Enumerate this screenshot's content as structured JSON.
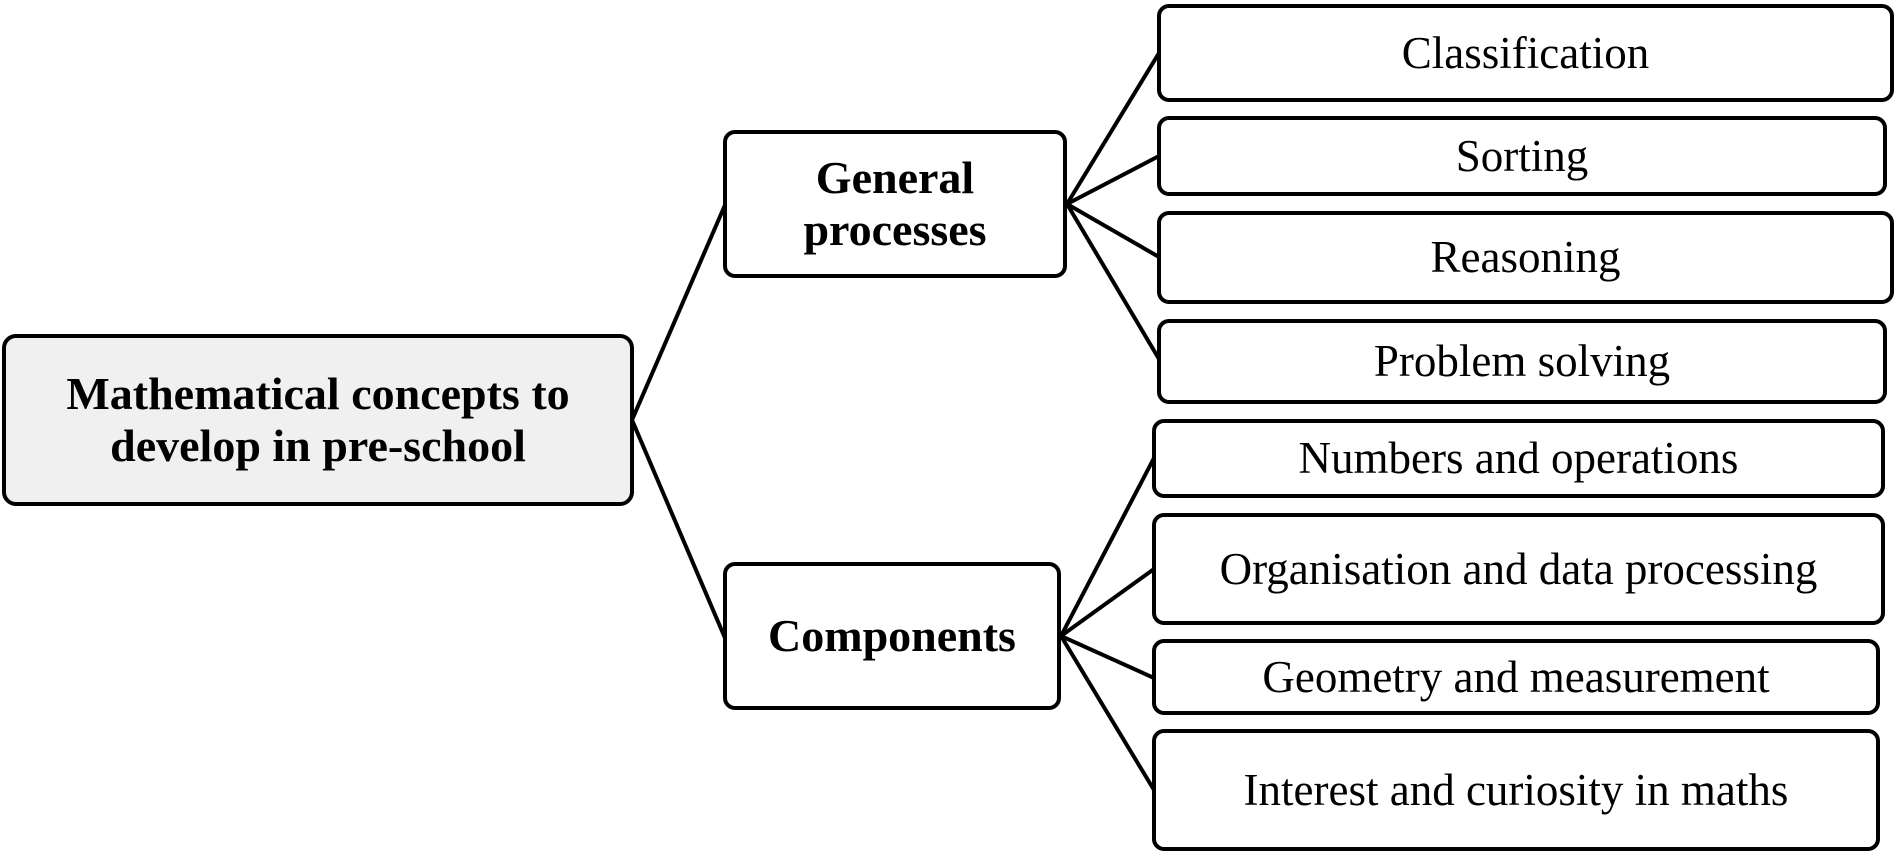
{
  "root": {
    "label_line1": "Mathematical concepts to",
    "label_line2": "develop in pre-school"
  },
  "general_processes": {
    "label_line1": "General",
    "label_line2": "processes",
    "items": [
      "Classification",
      "Sorting",
      "Reasoning",
      "Problem solving"
    ]
  },
  "components": {
    "label": "Components",
    "items": [
      "Numbers and operations",
      "Organisation and data processing",
      "Geometry and measurement",
      "Interest and curiosity in maths"
    ]
  },
  "colors": {
    "root_fill": "#f0f0f0",
    "box_fill": "#ffffff",
    "stroke": "#000000"
  }
}
